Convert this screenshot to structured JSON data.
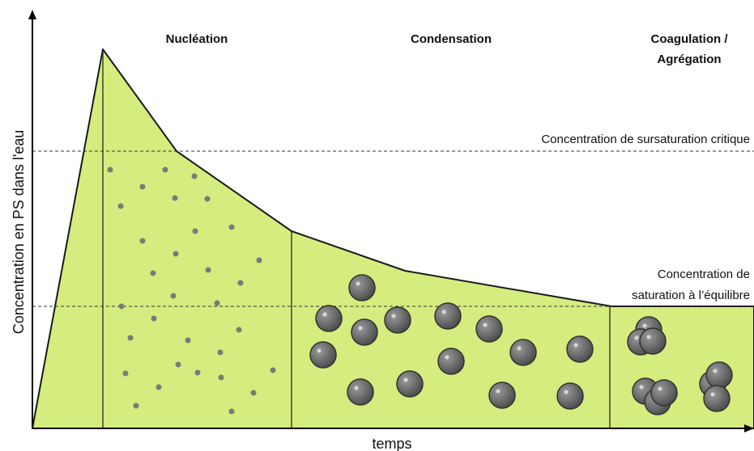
{
  "axes": {
    "x_label": "temps",
    "y_label": "Concentration en PS dans l'eau"
  },
  "phases": {
    "p1": "Nucléation",
    "p2": "Condensation",
    "p3_line1": "Coagulation /",
    "p3_line2": "Agrégation"
  },
  "thresholds": {
    "critical": "Concentration de sursaturation critique",
    "eq_line1": "Concentration de",
    "eq_line2": "saturation à l’équilibre"
  },
  "colors": {
    "fill": "#d5ec7e",
    "outline": "#1a1a1a",
    "nucleus": "#7a7a7a",
    "particle": "#6b6b6b"
  }
}
